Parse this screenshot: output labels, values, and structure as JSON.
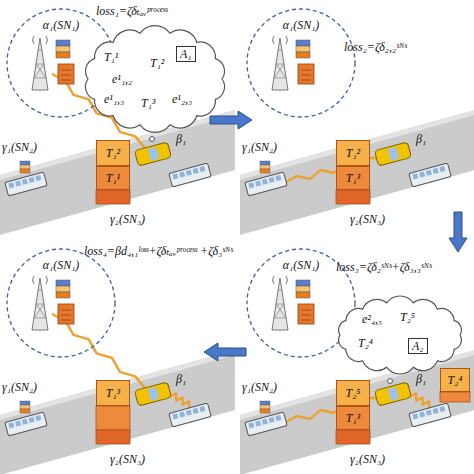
{
  "diagram": {
    "nodes": [
      {
        "text": [
          "α₁(SN₁)"
        ]
      },
      {
        "text": [
          "A₁"
        ]
      },
      {
        "text": [
          "T₁²"
        ]
      },
      {
        "text": [
          "T₁¹"
        ]
      },
      {
        "text": [
          "α₁(SN₁)"
        ]
      },
      {
        "text": [
          "T₁²"
        ]
      },
      {
        "text": [
          "T₁³"
        ]
      },
      {
        "text": [
          "α₁(SN₁)"
        ]
      },
      {
        "text": [
          "A₂"
        ]
      },
      {
        "text": [
          "T₂⁵"
        ]
      },
      {
        "text": [
          "T₁³"
        ]
      },
      {
        "text": [
          "T₂⁴"
        ]
      },
      {
        "text": [
          "α₁(SN₁)"
        ]
      },
      {
        "text": [
          "T₁³"
        ]
      }
    ],
    "labels": [
      "loss₁=ζδₜₐᵥᵖʳᵒᶜᵉˢˢ",
      "T₁¹",
      "e¹₁,₂",
      "T₁²",
      "e¹₁,₃",
      "T₁³",
      "e¹₂,₃",
      "β₁",
      "γ₁(SN₂)",
      "γ₂(SN₃)",
      "loss₂=ζδ₂,₂ˢᴺˢ",
      "β₁",
      "γ₁(SN₂)",
      "γ₂(SN₃)",
      "loss₃=ζδ₂ˢᴺˢ+ζδ₃,₃ˢᴺˢ",
      "e²₄,₅",
      "T₂⁵",
      "T₂⁴",
      "β₁",
      "γ₁(SN₂)",
      "γ₂(SN₃)",
      "loss₄=βd₄,₁ˡᵒˢˢ+ζδₜₐᵥᵖʳᵒᶜᵉˢˢ +ζδ₃ˢᴺˢ",
      "β₁",
      "γ₁(SN₂)",
      "γ₂(SN₃)"
    ]
  }
}
